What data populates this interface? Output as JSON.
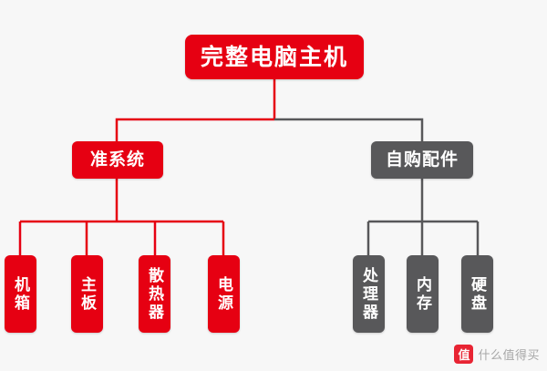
{
  "diagram": {
    "type": "tree",
    "title": "完整电脑主机",
    "colors": {
      "red": "#e60012",
      "gray": "#58585a",
      "background": "#f7f7f7"
    },
    "root": {
      "label": "完整电脑主机",
      "color": "#e60012"
    },
    "branches": [
      {
        "label": "准系统",
        "color": "#e60012",
        "children": [
          {
            "label": "机箱",
            "color": "#e60012"
          },
          {
            "label": "主板",
            "color": "#e60012"
          },
          {
            "label": "散热器",
            "color": "#e60012"
          },
          {
            "label": "电源",
            "color": "#e60012"
          }
        ]
      },
      {
        "label": "自购配件",
        "color": "#58585a",
        "children": [
          {
            "label": "处理器",
            "color": "#58585a"
          },
          {
            "label": "内存",
            "color": "#58585a"
          },
          {
            "label": "硬盘",
            "color": "#58585a"
          }
        ]
      }
    ]
  },
  "watermark": {
    "logo_text": "值",
    "text": "什么值得买"
  }
}
